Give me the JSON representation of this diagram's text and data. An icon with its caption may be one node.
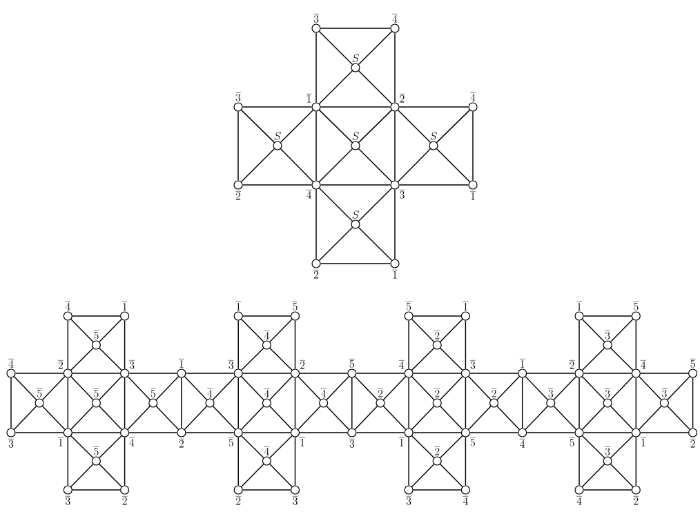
{
  "diagram": {
    "nodes": [
      {
        "text": [],
        "shape": "circle",
        "beside": [
          "\\overline{3}"
        ]
      },
      {
        "text": [],
        "shape": "circle",
        "beside": [
          "\\overline{4}"
        ]
      },
      {
        "text": [],
        "shape": "circle",
        "beside": [
          "S"
        ]
      },
      {
        "text": [],
        "shape": "circle",
        "beside": [
          "\\overline{3}"
        ]
      },
      {
        "text": [],
        "shape": "circle",
        "beside": [
          "\\overline{1}"
        ]
      },
      {
        "text": [],
        "shape": "circle",
        "beside": [
          "\\overline{2}"
        ]
      },
      {
        "text": [],
        "shape": "circle",
        "beside": [
          "\\overline{4}"
        ]
      },
      {
        "text": [],
        "shape": "circle",
        "beside": [
          "S"
        ]
      },
      {
        "text": [],
        "shape": "circle",
        "beside": [
          "S"
        ]
      },
      {
        "text": [],
        "shape": "circle",
        "beside": [
          "S"
        ]
      },
      {
        "text": [],
        "shape": "circle",
        "beside": [
          "\\overline{2}"
        ]
      },
      {
        "text": [],
        "shape": "circle",
        "beside": [
          "\\overline{4}"
        ]
      },
      {
        "text": [],
        "shape": "circle",
        "beside": [
          "\\overline{3}"
        ]
      },
      {
        "text": [],
        "shape": "circle",
        "beside": [
          "\\overline{1}"
        ]
      },
      {
        "text": [],
        "shape": "circle",
        "beside": [
          "S"
        ]
      },
      {
        "text": [],
        "shape": "circle",
        "beside": [
          "\\overline{2}"
        ]
      },
      {
        "text": [],
        "shape": "circle",
        "beside": [
          "\\overline{1}"
        ]
      },
      {
        "text": [],
        "shape": "circle",
        "beside": [
          "\\overline{4}"
        ]
      },
      {
        "text": [],
        "shape": "circle",
        "beside": [
          "\\overline{1}"
        ]
      },
      {
        "text": [],
        "shape": "circle",
        "beside": [
          "\\overline{1}"
        ]
      },
      {
        "text": [],
        "shape": "circle",
        "beside": [
          "\\overline{5}"
        ]
      },
      {
        "text": [],
        "shape": "circle",
        "beside": [
          "\\overline{5}"
        ]
      },
      {
        "text": [],
        "shape": "circle",
        "beside": [
          "\\overline{1}"
        ]
      },
      {
        "text": [],
        "shape": "circle",
        "beside": [
          "\\overline{1}"
        ]
      },
      {
        "text": [],
        "shape": "circle",
        "beside": [
          "\\overline{5}"
        ]
      },
      {
        "text": [],
        "shape": "circle",
        "beside": [
          "\\overline{5}"
        ]
      },
      {
        "text": [],
        "shape": "circle",
        "beside": [
          "\\overline{4}"
        ]
      },
      {
        "text": [],
        "shape": "circle",
        "beside": [
          "\\overline{2}"
        ]
      },
      {
        "text": [],
        "shape": "circle",
        "beside": [
          "\\overline{3}"
        ]
      },
      {
        "text": [],
        "shape": "circle",
        "beside": [
          "\\overline{4}"
        ]
      },
      {
        "text": [],
        "shape": "circle",
        "beside": [
          "\\overline{2}"
        ]
      },
      {
        "text": [],
        "shape": "circle",
        "beside": [
          "\\overline{3}"
        ]
      },
      {
        "text": [],
        "shape": "circle",
        "beside": [
          "\\overline{1}"
        ]
      },
      {
        "text": [],
        "shape": "circle",
        "beside": [
          "\\overline{3}"
        ]
      },
      {
        "text": [],
        "shape": "circle",
        "beside": [
          "\\overline{2}"
        ]
      },
      {
        "text": [],
        "shape": "circle",
        "beside": [
          "\\overline{5}"
        ]
      },
      {
        "text": [],
        "shape": "circle",
        "beside": [
          "\\overline{4}"
        ]
      },
      {
        "text": [],
        "shape": "circle",
        "beside": [
          "\\overline{3}"
        ]
      },
      {
        "text": [],
        "shape": "circle",
        "beside": [
          "\\overline{1}"
        ]
      },
      {
        "text": [],
        "shape": "circle",
        "beside": [
          "\\overline{2}"
        ]
      },
      {
        "text": [],
        "shape": "circle",
        "beside": [
          "\\overline{4}"
        ]
      },
      {
        "text": [],
        "shape": "circle",
        "beside": [
          "\\overline{5}"
        ]
      },
      {
        "text": [],
        "shape": "circle",
        "beside": [
          "\\overline{5}"
        ]
      },
      {
        "text": [],
        "shape": "circle",
        "beside": [
          "\\overline{5}"
        ]
      },
      {
        "text": [],
        "shape": "circle",
        "beside": [
          "\\overline{5}"
        ]
      },
      {
        "text": [],
        "shape": "circle",
        "beside": [
          "\\overline{4}"
        ]
      },
      {
        "text": [],
        "shape": "circle",
        "beside": [
          "\\overline{4}"
        ]
      },
      {
        "text": [],
        "shape": "circle",
        "beside": [
          "\\overline{4}"
        ]
      },
      {
        "text": [],
        "shape": "circle",
        "beside": [
          "\\overline{2}"
        ]
      },
      {
        "text": [],
        "shape": "circle",
        "beside": [
          "\\overline{2}"
        ]
      },
      {
        "text": [],
        "shape": "circle",
        "beside": [
          "\\overline{2}"
        ]
      },
      {
        "text": [],
        "shape": "circle",
        "beside": [
          "\\overline{3}"
        ]
      },
      {
        "text": [],
        "shape": "circle",
        "beside": [
          "\\overline{3}"
        ]
      },
      {
        "text": [],
        "shape": "circle",
        "beside": [
          "\\overline{3}"
        ]
      },
      {
        "text": [],
        "shape": "circle",
        "beside": [
          "\\overline{3}"
        ]
      },
      {
        "text": [],
        "shape": "circle",
        "beside": [
          "\\overline{1}"
        ]
      },
      {
        "text": [],
        "shape": "circle",
        "beside": [
          "\\overline{4}"
        ]
      },
      {
        "text": [],
        "shape": "circle",
        "beside": [
          "\\overline{2}"
        ]
      },
      {
        "text": [],
        "shape": "circle",
        "beside": [
          "\\overline{5}"
        ]
      },
      {
        "text": [],
        "shape": "circle",
        "beside": [
          "\\overline{1}"
        ]
      },
      {
        "text": [],
        "shape": "circle",
        "beside": [
          "\\overline{3}"
        ]
      },
      {
        "text": [],
        "shape": "circle",
        "beside": [
          "\\overline{1}"
        ]
      },
      {
        "text": [],
        "shape": "circle",
        "beside": [
          "\\overline{5}"
        ]
      },
      {
        "text": [],
        "shape": "circle",
        "beside": [
          "\\overline{4}"
        ]
      },
      {
        "text": [],
        "shape": "circle",
        "beside": [
          "\\overline{5}"
        ]
      },
      {
        "text": [],
        "shape": "circle",
        "beside": [
          "\\overline{1}"
        ]
      },
      {
        "text": [],
        "shape": "circle",
        "beside": [
          "\\overline{2}"
        ]
      },
      {
        "text": [],
        "shape": "circle",
        "beside": [
          "\\overline{5}"
        ]
      },
      {
        "text": [],
        "shape": "circle",
        "beside": [
          "\\overline{4}"
        ]
      },
      {
        "text": [],
        "shape": "circle",
        "beside": [
          "\\overline{2}"
        ]
      },
      {
        "text": [],
        "shape": "circle",
        "beside": [
          "\\overline{3}"
        ]
      },
      {
        "text": [],
        "shape": "circle",
        "beside": [
          "\\overline{3}"
        ]
      },
      {
        "text": [],
        "shape": "circle",
        "beside": [
          "\\overline{2}"
        ]
      },
      {
        "text": [],
        "shape": "circle",
        "beside": [
          "\\overline{2}"
        ]
      },
      {
        "text": [],
        "shape": "circle",
        "beside": [
          "\\overline{3}"
        ]
      },
      {
        "text": [],
        "shape": "circle",
        "beside": [
          "\\overline{3}"
        ]
      },
      {
        "text": [],
        "shape": "circle",
        "beside": [
          "\\overline{4}"
        ]
      },
      {
        "text": [],
        "shape": "circle",
        "beside": [
          "\\overline{4}"
        ]
      },
      {
        "text": [],
        "shape": "circle",
        "beside": [
          "\\overline{2}"
        ]
      }
    ],
    "edges": [
      {
        "from": 0,
        "to": 1,
        "arrow": "none"
      },
      {
        "from": 0,
        "to": 4,
        "arrow": "none"
      },
      {
        "from": 1,
        "to": 5,
        "arrow": "none"
      },
      {
        "from": 0,
        "to": 2,
        "arrow": "none"
      },
      {
        "from": 1,
        "to": 2,
        "arrow": "none"
      },
      {
        "from": 4,
        "to": 2,
        "arrow": "none"
      },
      {
        "from": 5,
        "to": 2,
        "arrow": "none"
      },
      {
        "from": 4,
        "to": 5,
        "arrow": "none"
      },
      {
        "from": 4,
        "to": 11,
        "arrow": "none"
      },
      {
        "from": 5,
        "to": 12,
        "arrow": "none"
      },
      {
        "from": 11,
        "to": 12,
        "arrow": "none"
      },
      {
        "from": 4,
        "to": 8,
        "arrow": "none"
      },
      {
        "from": 5,
        "to": 8,
        "arrow": "none"
      },
      {
        "from": 11,
        "to": 8,
        "arrow": "none"
      },
      {
        "from": 12,
        "to": 8,
        "arrow": "none"
      },
      {
        "from": 3,
        "to": 4,
        "arrow": "none"
      },
      {
        "from": 3,
        "to": 10,
        "arrow": "none"
      },
      {
        "from": 10,
        "to": 11,
        "arrow": "none"
      },
      {
        "from": 3,
        "to": 7,
        "arrow": "none"
      },
      {
        "from": 4,
        "to": 7,
        "arrow": "none"
      },
      {
        "from": 10,
        "to": 7,
        "arrow": "none"
      },
      {
        "from": 11,
        "to": 7,
        "arrow": "none"
      },
      {
        "from": 5,
        "to": 6,
        "arrow": "none"
      },
      {
        "from": 6,
        "to": 13,
        "arrow": "none"
      },
      {
        "from": 12,
        "to": 13,
        "arrow": "none"
      },
      {
        "from": 5,
        "to": 9,
        "arrow": "none"
      },
      {
        "from": 6,
        "to": 9,
        "arrow": "none"
      },
      {
        "from": 12,
        "to": 9,
        "arrow": "none"
      },
      {
        "from": 13,
        "to": 9,
        "arrow": "none"
      },
      {
        "from": 11,
        "to": 15,
        "arrow": "none"
      },
      {
        "from": 12,
        "to": 16,
        "arrow": "none"
      },
      {
        "from": 15,
        "to": 16,
        "arrow": "none"
      },
      {
        "from": 11,
        "to": 14,
        "arrow": "none"
      },
      {
        "from": 12,
        "to": 14,
        "arrow": "none"
      },
      {
        "from": 15,
        "to": 14,
        "arrow": "none"
      },
      {
        "from": 16,
        "to": 14,
        "arrow": "none"
      },
      {
        "from": 29,
        "to": 30,
        "arrow": "none"
      },
      {
        "from": 30,
        "to": 31,
        "arrow": "none"
      },
      {
        "from": 31,
        "to": 32,
        "arrow": "none"
      },
      {
        "from": 32,
        "to": 33,
        "arrow": "none"
      },
      {
        "from": 33,
        "to": 34,
        "arrow": "none"
      },
      {
        "from": 34,
        "to": 35,
        "arrow": "none"
      },
      {
        "from": 35,
        "to": 36,
        "arrow": "none"
      },
      {
        "from": 36,
        "to": 37,
        "arrow": "none"
      },
      {
        "from": 37,
        "to": 38,
        "arrow": "none"
      },
      {
        "from": 38,
        "to": 39,
        "arrow": "none"
      },
      {
        "from": 39,
        "to": 40,
        "arrow": "none"
      },
      {
        "from": 40,
        "to": 41,
        "arrow": "none"
      },
      {
        "from": 54,
        "to": 55,
        "arrow": "none"
      },
      {
        "from": 55,
        "to": 56,
        "arrow": "none"
      },
      {
        "from": 56,
        "to": 57,
        "arrow": "none"
      },
      {
        "from": 57,
        "to": 58,
        "arrow": "none"
      },
      {
        "from": 58,
        "to": 59,
        "arrow": "none"
      },
      {
        "from": 59,
        "to": 60,
        "arrow": "none"
      },
      {
        "from": 60,
        "to": 61,
        "arrow": "none"
      },
      {
        "from": 61,
        "to": 62,
        "arrow": "none"
      },
      {
        "from": 62,
        "to": 63,
        "arrow": "none"
      },
      {
        "from": 63,
        "to": 64,
        "arrow": "none"
      },
      {
        "from": 64,
        "to": 65,
        "arrow": "none"
      },
      {
        "from": 65,
        "to": 66,
        "arrow": "none"
      },
      {
        "from": 29,
        "to": 54,
        "arrow": "none"
      },
      {
        "from": 30,
        "to": 55,
        "arrow": "none"
      },
      {
        "from": 31,
        "to": 56,
        "arrow": "none"
      },
      {
        "from": 32,
        "to": 57,
        "arrow": "none"
      },
      {
        "from": 33,
        "to": 58,
        "arrow": "none"
      },
      {
        "from": 34,
        "to": 59,
        "arrow": "none"
      },
      {
        "from": 35,
        "to": 60,
        "arrow": "none"
      },
      {
        "from": 36,
        "to": 61,
        "arrow": "none"
      },
      {
        "from": 37,
        "to": 62,
        "arrow": "none"
      },
      {
        "from": 38,
        "to": 63,
        "arrow": "none"
      },
      {
        "from": 39,
        "to": 64,
        "arrow": "none"
      },
      {
        "from": 40,
        "to": 65,
        "arrow": "none"
      },
      {
        "from": 41,
        "to": 66,
        "arrow": "none"
      },
      {
        "from": 29,
        "to": 42,
        "arrow": "none"
      },
      {
        "from": 30,
        "to": 42,
        "arrow": "none"
      },
      {
        "from": 54,
        "to": 42,
        "arrow": "none"
      },
      {
        "from": 55,
        "to": 42,
        "arrow": "none"
      },
      {
        "from": 30,
        "to": 43,
        "arrow": "none"
      },
      {
        "from": 31,
        "to": 43,
        "arrow": "none"
      },
      {
        "from": 55,
        "to": 43,
        "arrow": "none"
      },
      {
        "from": 56,
        "to": 43,
        "arrow": "none"
      },
      {
        "from": 31,
        "to": 44,
        "arrow": "none"
      },
      {
        "from": 32,
        "to": 44,
        "arrow": "none"
      },
      {
        "from": 56,
        "to": 44,
        "arrow": "none"
      },
      {
        "from": 57,
        "to": 44,
        "arrow": "none"
      },
      {
        "from": 32,
        "to": 45,
        "arrow": "none"
      },
      {
        "from": 33,
        "to": 45,
        "arrow": "none"
      },
      {
        "from": 57,
        "to": 45,
        "arrow": "none"
      },
      {
        "from": 58,
        "to": 45,
        "arrow": "none"
      },
      {
        "from": 33,
        "to": 46,
        "arrow": "none"
      },
      {
        "from": 34,
        "to": 46,
        "arrow": "none"
      },
      {
        "from": 58,
        "to": 46,
        "arrow": "none"
      },
      {
        "from": 59,
        "to": 46,
        "arrow": "none"
      },
      {
        "from": 34,
        "to": 47,
        "arrow": "none"
      },
      {
        "from": 35,
        "to": 47,
        "arrow": "none"
      },
      {
        "from": 59,
        "to": 47,
        "arrow": "none"
      },
      {
        "from": 60,
        "to": 47,
        "arrow": "none"
      },
      {
        "from": 35,
        "to": 48,
        "arrow": "none"
      },
      {
        "from": 36,
        "to": 48,
        "arrow": "none"
      },
      {
        "from": 60,
        "to": 48,
        "arrow": "none"
      },
      {
        "from": 61,
        "to": 48,
        "arrow": "none"
      },
      {
        "from": 36,
        "to": 49,
        "arrow": "none"
      },
      {
        "from": 37,
        "to": 49,
        "arrow": "none"
      },
      {
        "from": 61,
        "to": 49,
        "arrow": "none"
      },
      {
        "from": 62,
        "to": 49,
        "arrow": "none"
      },
      {
        "from": 37,
        "to": 50,
        "arrow": "none"
      },
      {
        "from": 38,
        "to": 50,
        "arrow": "none"
      },
      {
        "from": 62,
        "to": 50,
        "arrow": "none"
      },
      {
        "from": 63,
        "to": 50,
        "arrow": "none"
      },
      {
        "from": 38,
        "to": 51,
        "arrow": "none"
      },
      {
        "from": 39,
        "to": 51,
        "arrow": "none"
      },
      {
        "from": 63,
        "to": 51,
        "arrow": "none"
      },
      {
        "from": 64,
        "to": 51,
        "arrow": "none"
      },
      {
        "from": 39,
        "to": 52,
        "arrow": "none"
      },
      {
        "from": 40,
        "to": 52,
        "arrow": "none"
      },
      {
        "from": 64,
        "to": 52,
        "arrow": "none"
      },
      {
        "from": 65,
        "to": 52,
        "arrow": "none"
      },
      {
        "from": 40,
        "to": 53,
        "arrow": "none"
      },
      {
        "from": 41,
        "to": 53,
        "arrow": "none"
      },
      {
        "from": 65,
        "to": 53,
        "arrow": "none"
      },
      {
        "from": 66,
        "to": 53,
        "arrow": "none"
      },
      {
        "from": 17,
        "to": 18,
        "arrow": "none"
      },
      {
        "from": 17,
        "to": 30,
        "arrow": "none"
      },
      {
        "from": 18,
        "to": 31,
        "arrow": "none"
      },
      {
        "from": 17,
        "to": 25,
        "arrow": "none"
      },
      {
        "from": 18,
        "to": 25,
        "arrow": "none"
      },
      {
        "from": 30,
        "to": 25,
        "arrow": "none"
      },
      {
        "from": 31,
        "to": 25,
        "arrow": "none"
      },
      {
        "from": 19,
        "to": 20,
        "arrow": "none"
      },
      {
        "from": 19,
        "to": 33,
        "arrow": "none"
      },
      {
        "from": 20,
        "to": 34,
        "arrow": "none"
      },
      {
        "from": 19,
        "to": 26,
        "arrow": "none"
      },
      {
        "from": 20,
        "to": 26,
        "arrow": "none"
      },
      {
        "from": 33,
        "to": 26,
        "arrow": "none"
      },
      {
        "from": 34,
        "to": 26,
        "arrow": "none"
      },
      {
        "from": 21,
        "to": 22,
        "arrow": "none"
      },
      {
        "from": 21,
        "to": 36,
        "arrow": "none"
      },
      {
        "from": 22,
        "to": 37,
        "arrow": "none"
      },
      {
        "from": 21,
        "to": 27,
        "arrow": "none"
      },
      {
        "from": 22,
        "to": 27,
        "arrow": "none"
      },
      {
        "from": 36,
        "to": 27,
        "arrow": "none"
      },
      {
        "from": 37,
        "to": 27,
        "arrow": "none"
      },
      {
        "from": 23,
        "to": 24,
        "arrow": "none"
      },
      {
        "from": 23,
        "to": 39,
        "arrow": "none"
      },
      {
        "from": 24,
        "to": 40,
        "arrow": "none"
      },
      {
        "from": 23,
        "to": 28,
        "arrow": "none"
      },
      {
        "from": 24,
        "to": 28,
        "arrow": "none"
      },
      {
        "from": 39,
        "to": 28,
        "arrow": "none"
      },
      {
        "from": 40,
        "to": 28,
        "arrow": "none"
      },
      {
        "from": 71,
        "to": 72,
        "arrow": "none"
      },
      {
        "from": 55,
        "to": 71,
        "arrow": "none"
      },
      {
        "from": 56,
        "to": 72,
        "arrow": "none"
      },
      {
        "from": 55,
        "to": 67,
        "arrow": "none"
      },
      {
        "from": 56,
        "to": 67,
        "arrow": "none"
      },
      {
        "from": 71,
        "to": 67,
        "arrow": "none"
      },
      {
        "from": 72,
        "to": 67,
        "arrow": "none"
      },
      {
        "from": 73,
        "to": 74,
        "arrow": "none"
      },
      {
        "from": 58,
        "to": 73,
        "arrow": "none"
      },
      {
        "from": 59,
        "to": 74,
        "arrow": "none"
      },
      {
        "from": 58,
        "to": 68,
        "arrow": "none"
      },
      {
        "from": 59,
        "to": 68,
        "arrow": "none"
      },
      {
        "from": 73,
        "to": 68,
        "arrow": "none"
      },
      {
        "from": 74,
        "to": 68,
        "arrow": "none"
      },
      {
        "from": 75,
        "to": 76,
        "arrow": "none"
      },
      {
        "from": 61,
        "to": 75,
        "arrow": "none"
      },
      {
        "from": 62,
        "to": 76,
        "arrow": "none"
      },
      {
        "from": 61,
        "to": 69,
        "arrow": "none"
      },
      {
        "from": 62,
        "to": 69,
        "arrow": "none"
      },
      {
        "from": 75,
        "to": 69,
        "arrow": "none"
      },
      {
        "from": 76,
        "to": 69,
        "arrow": "none"
      },
      {
        "from": 77,
        "to": 78,
        "arrow": "none"
      },
      {
        "from": 64,
        "to": 77,
        "arrow": "none"
      },
      {
        "from": 65,
        "to": 78,
        "arrow": "none"
      },
      {
        "from": 64,
        "to": 70,
        "arrow": "none"
      },
      {
        "from": 65,
        "to": 70,
        "arrow": "none"
      },
      {
        "from": 77,
        "to": 70,
        "arrow": "none"
      },
      {
        "from": 78,
        "to": 70,
        "arrow": "none"
      }
    ]
  }
}
